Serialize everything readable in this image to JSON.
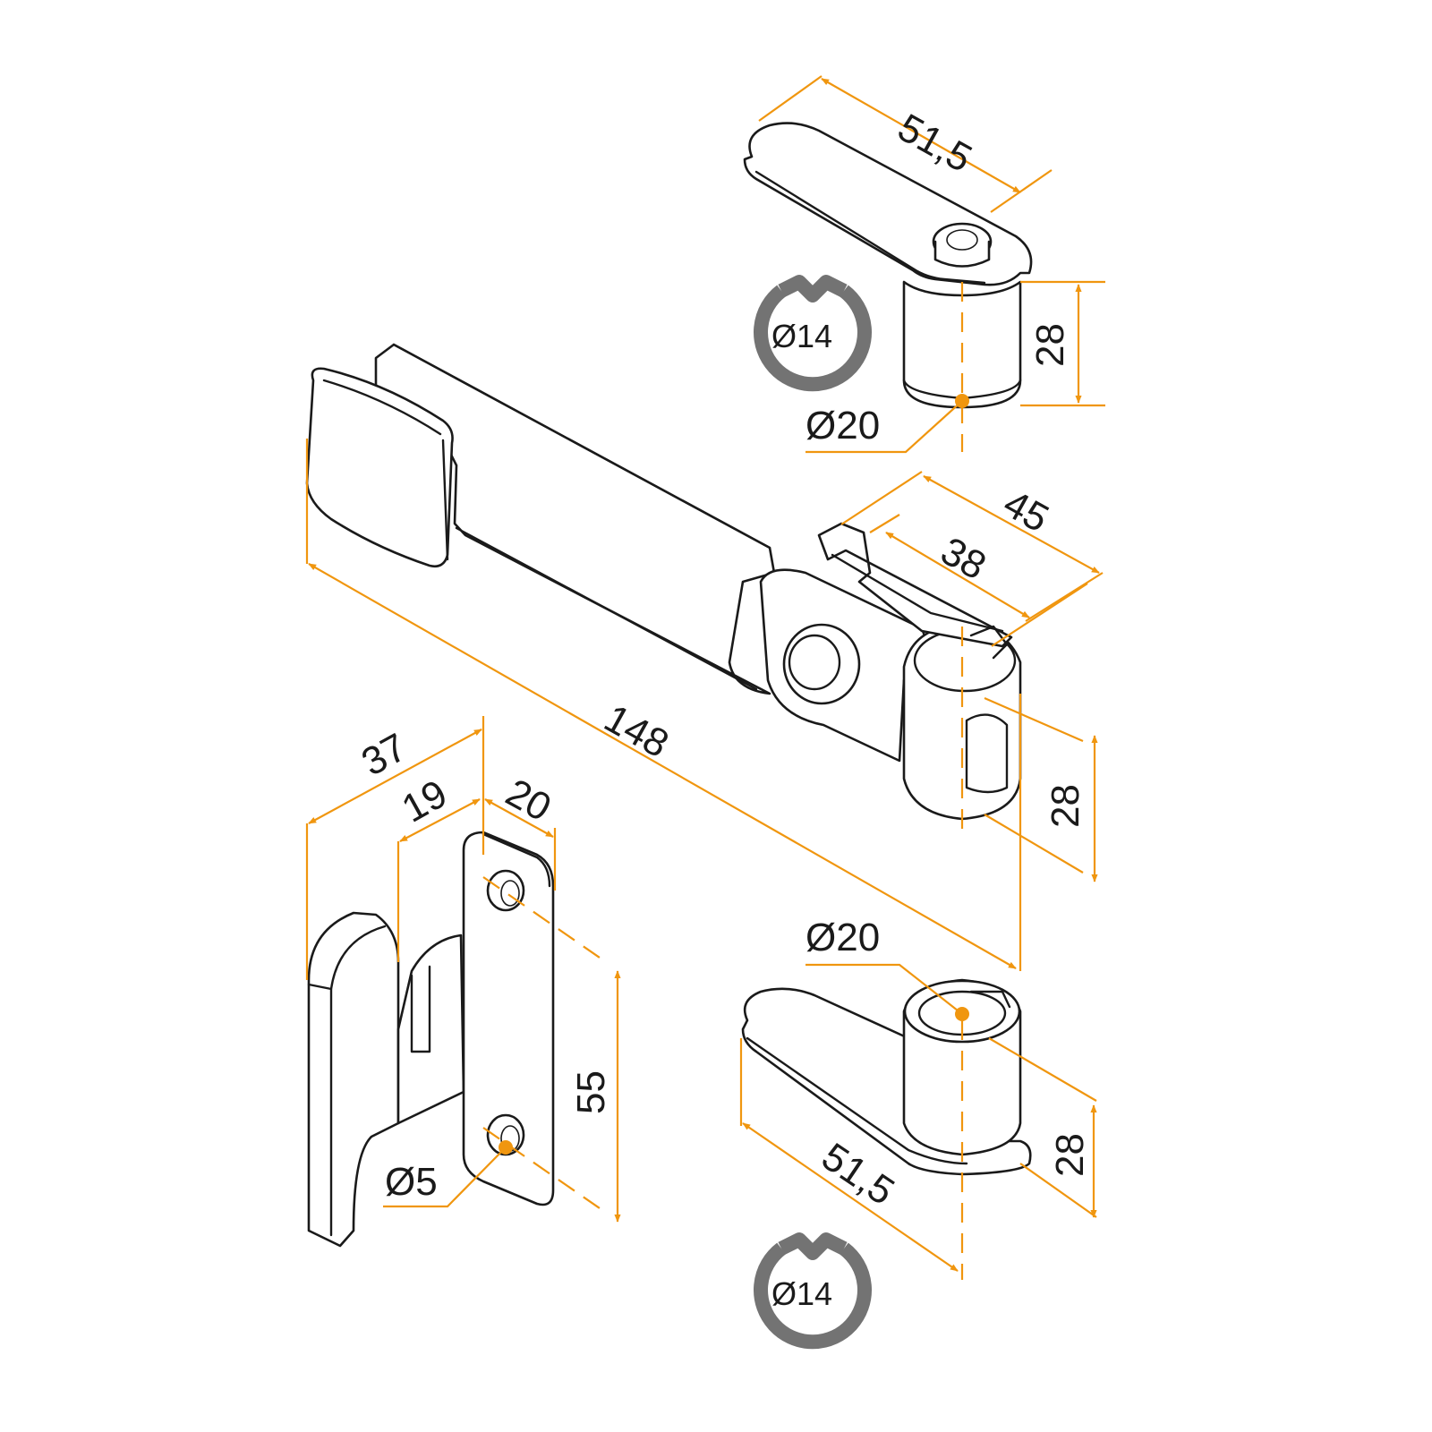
{
  "dimensions": {
    "top_arm_length": "51,5",
    "top_pin_height": "28",
    "top_pin_diameter": "Ø20",
    "top_profile_symbol": "Ø14",
    "hasp_total_length": "148",
    "hasp_outer_width": "45",
    "hasp_inner_width": "38",
    "hasp_knuckle_height": "28",
    "keeper_total_depth": "37",
    "keeper_offset": "19",
    "keeper_plate_width": "20",
    "keeper_hole_spacing": "55",
    "keeper_hole_diameter": "Ø5",
    "bottom_pin_diameter": "Ø20",
    "bottom_pin_height": "28",
    "bottom_arm_length": "51,5",
    "bottom_profile_symbol": "Ø14"
  },
  "colors": {
    "dimension_lines": "#f0960f",
    "outline": "#1a1a1a",
    "profile_symbol": "#737373"
  }
}
